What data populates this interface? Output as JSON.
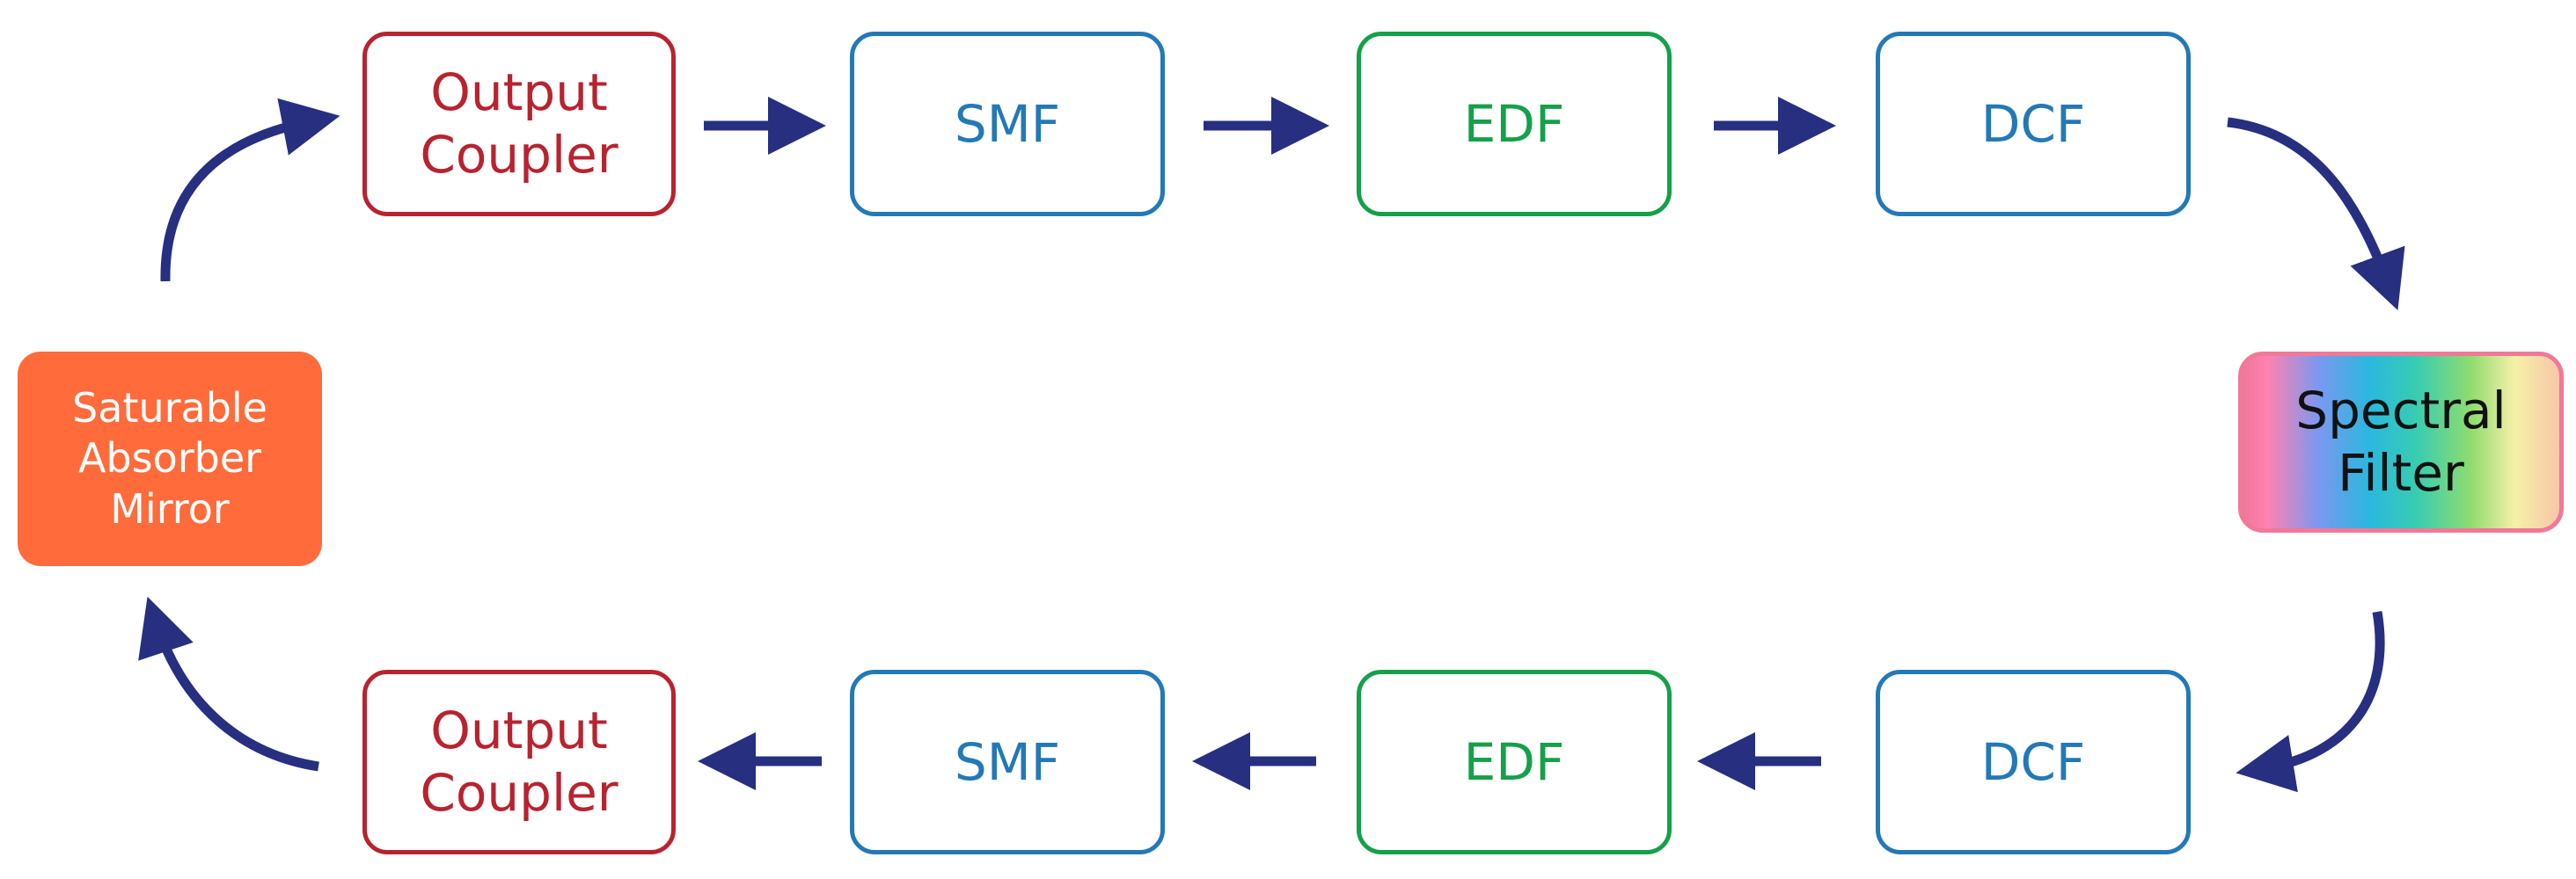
{
  "nodes": {
    "output_coupler_top": {
      "lines": [
        "Output",
        "Coupler"
      ]
    },
    "smf_top": {
      "label": "SMF"
    },
    "edf_top": {
      "label": "EDF"
    },
    "dcf_top": {
      "label": "DCF"
    },
    "spectral_filter": {
      "lines": [
        "Spectral",
        "Filter"
      ]
    },
    "dcf_bottom": {
      "label": "DCF"
    },
    "edf_bottom": {
      "label": "EDF"
    },
    "smf_bottom": {
      "label": "SMF"
    },
    "output_coupler_bottom": {
      "lines": [
        "Output",
        "Coupler"
      ]
    },
    "saturable_absorber_mirror": {
      "lines": [
        "Saturable",
        "Absorber",
        "Mirror"
      ]
    }
  },
  "colors": {
    "arrow": "#262f80",
    "coupler": "#b8232f",
    "fiber_smf_dcf": "#2379b6",
    "fiber_edf": "#15a04a",
    "sam_fill": "#ff6b3b",
    "filter_border": "#f07898"
  }
}
